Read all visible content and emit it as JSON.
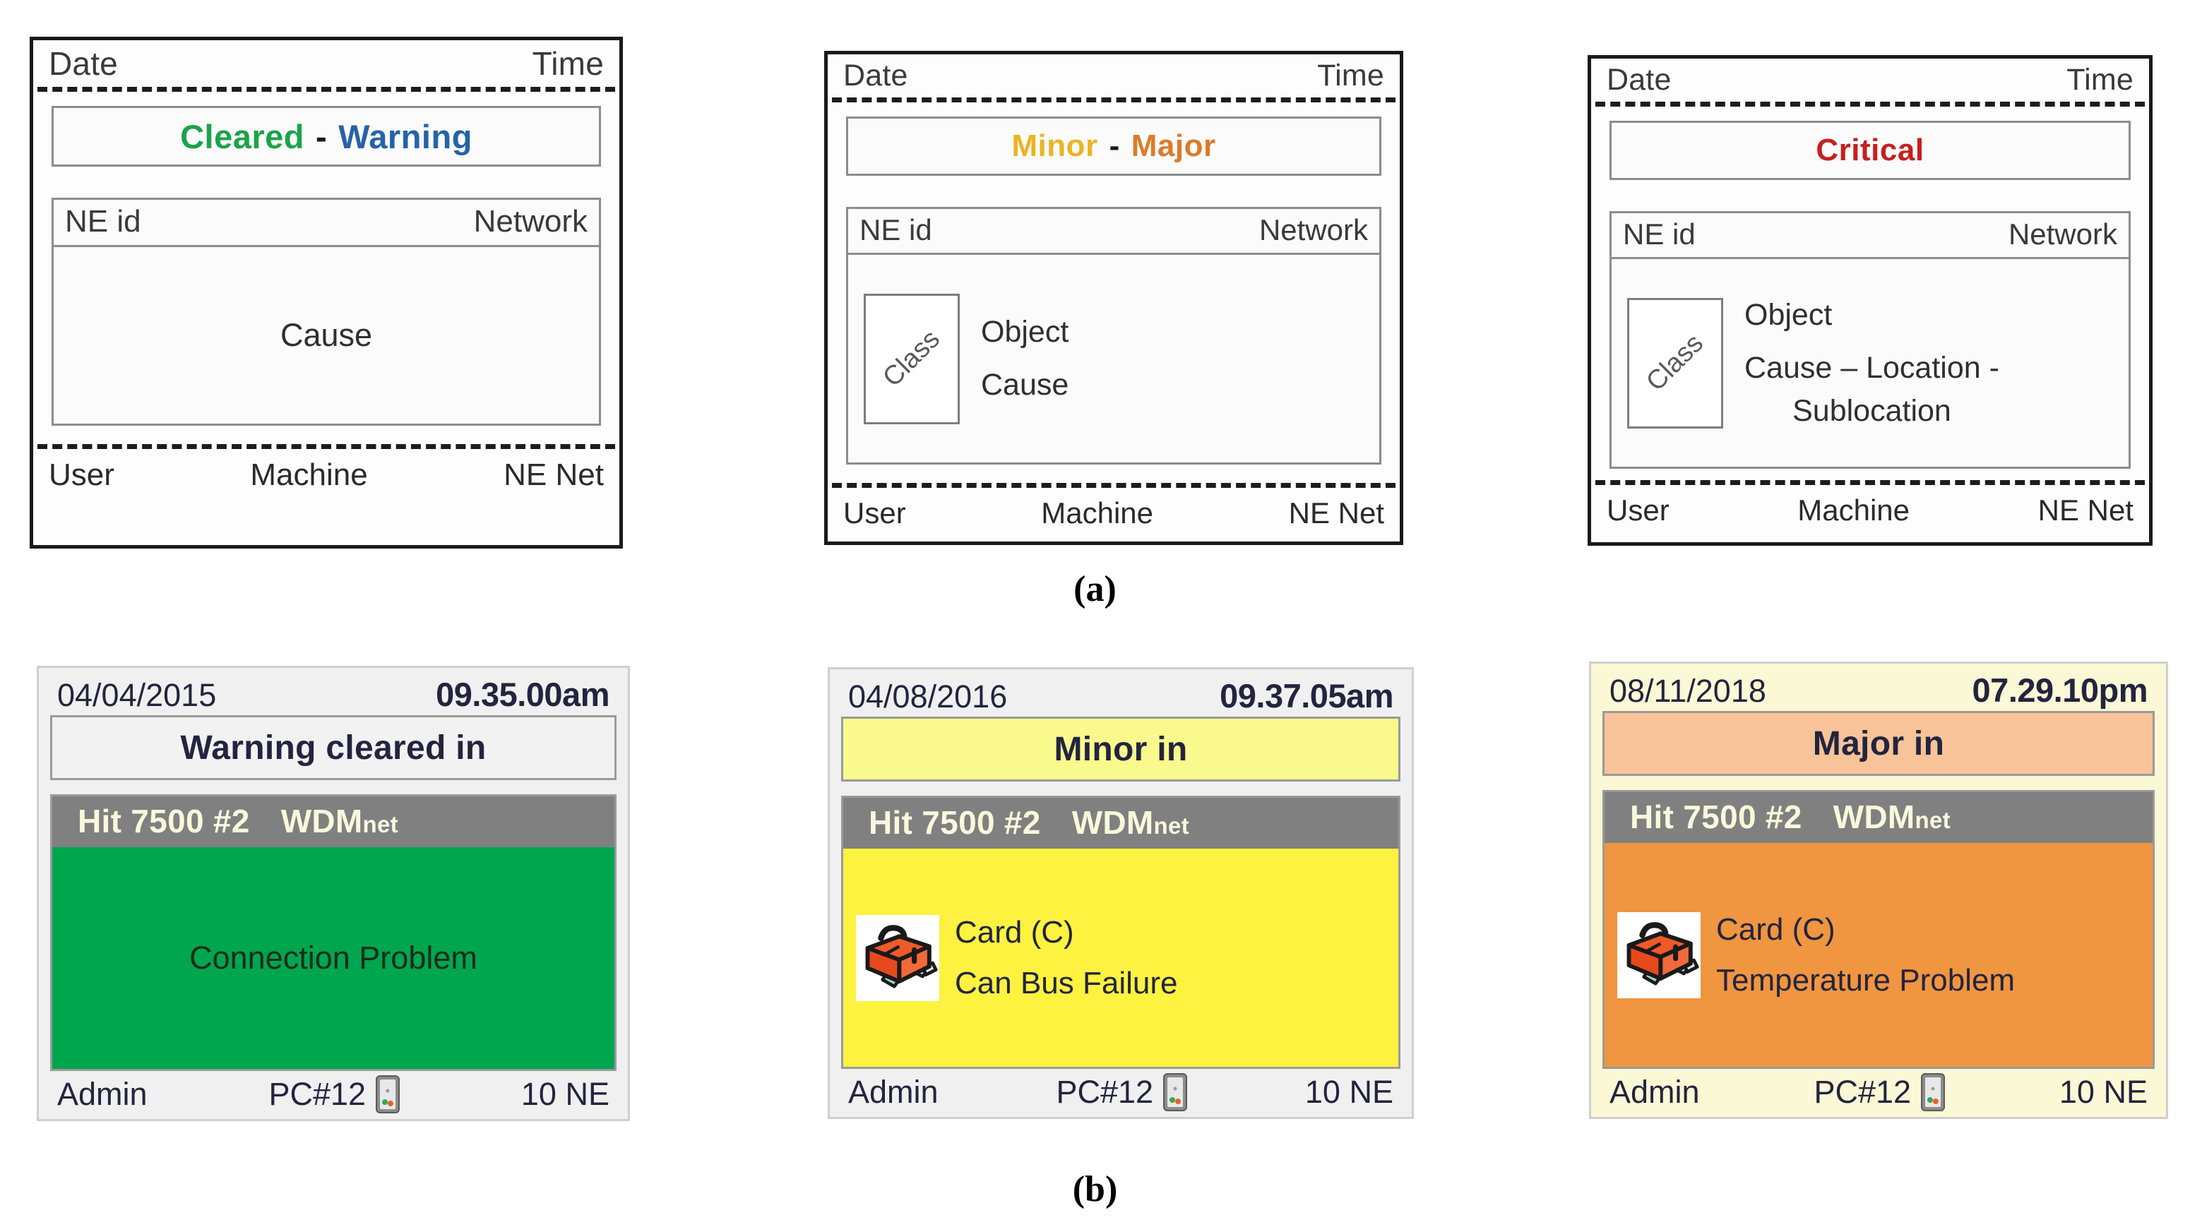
{
  "figure": {
    "caption_a": "(a)",
    "caption_b": "(b)"
  },
  "colors": {
    "cleared_green": "#1ba34a",
    "warning_blue": "#2563a8",
    "minor_yellow": "#ecb423",
    "major_orange": "#de7a28",
    "critical_red": "#c5201f",
    "ne_bar_gray": "#808080",
    "ne_bar_text": "#faf8dc",
    "cause_green": "#00a64e",
    "cause_yellow": "#fcf23f",
    "cause_orange": "#f09540",
    "status_minor_bg": "#faf98e",
    "status_major_bg": "#f8c398",
    "card3_bg": "#fbf8d5",
    "card_bg": "#f0f0f0",
    "dark_navy_text": "#23243f"
  },
  "templates": [
    {
      "id": "cleared-warning",
      "top_left": "Date",
      "top_right": "Time",
      "severity": {
        "first": "Cleared",
        "separator": "-",
        "second": "Warning"
      },
      "ne_header_left": "NE id",
      "ne_header_right": "Network",
      "content": {
        "has_class_box": false,
        "class_label": "",
        "lines": [
          "Cause"
        ]
      },
      "footer_left": "User",
      "footer_center": "Machine",
      "footer_right": "NE Net"
    },
    {
      "id": "minor-major",
      "top_left": "Date",
      "top_right": "Time",
      "severity": {
        "first": "Minor",
        "separator": "-",
        "second": "Major"
      },
      "ne_header_left": "NE id",
      "ne_header_right": "Network",
      "content": {
        "has_class_box": true,
        "class_label": "Class",
        "lines": [
          "Object",
          "Cause"
        ]
      },
      "footer_left": "User",
      "footer_center": "Machine",
      "footer_right": "NE Net"
    },
    {
      "id": "critical",
      "top_left": "Date",
      "top_right": "Time",
      "severity": {
        "first": "Critical",
        "separator": "",
        "second": ""
      },
      "ne_header_left": "NE id",
      "ne_header_right": "Network",
      "content": {
        "has_class_box": true,
        "class_label": "Class",
        "lines": [
          "Object",
          "Cause – Location -",
          "Sublocation"
        ]
      },
      "footer_left": "User",
      "footer_center": "Machine",
      "footer_right": "NE Net"
    }
  ],
  "examples": [
    {
      "id": "warning-cleared",
      "date": "04/04/2015",
      "time": "09.35.00am",
      "status": "Warning cleared in",
      "ne_id": "Hit 7500 #2",
      "network_name": "WDM",
      "network_sub": "net",
      "icon": "",
      "cause_lines": [
        "Connection Problem"
      ],
      "footer_user": "Admin",
      "footer_machine": "PC#12",
      "footer_ne": "10 NE",
      "machine_icon": "device-icon"
    },
    {
      "id": "minor",
      "date": "04/08/2016",
      "time": "09.37.05am",
      "status": "Minor in",
      "ne_id": "Hit 7500 #2",
      "network_name": "WDM",
      "network_sub": "net",
      "icon": "toolbox-icon",
      "cause_lines": [
        "Card  (C)",
        "Can Bus Failure"
      ],
      "footer_user": "Admin",
      "footer_machine": "PC#12",
      "footer_ne": "10 NE",
      "machine_icon": "device-icon"
    },
    {
      "id": "major",
      "date": "08/11/2018",
      "time": "07.29.10pm",
      "status": "Major in",
      "ne_id": "Hit 7500 #2",
      "network_name": "WDM",
      "network_sub": "net",
      "icon": "toolbox-icon",
      "cause_lines": [
        "Card (C)",
        "Temperature Problem"
      ],
      "footer_user": "Admin",
      "footer_machine": "PC#12",
      "footer_ne": "10 NE",
      "machine_icon": "device-icon"
    }
  ]
}
